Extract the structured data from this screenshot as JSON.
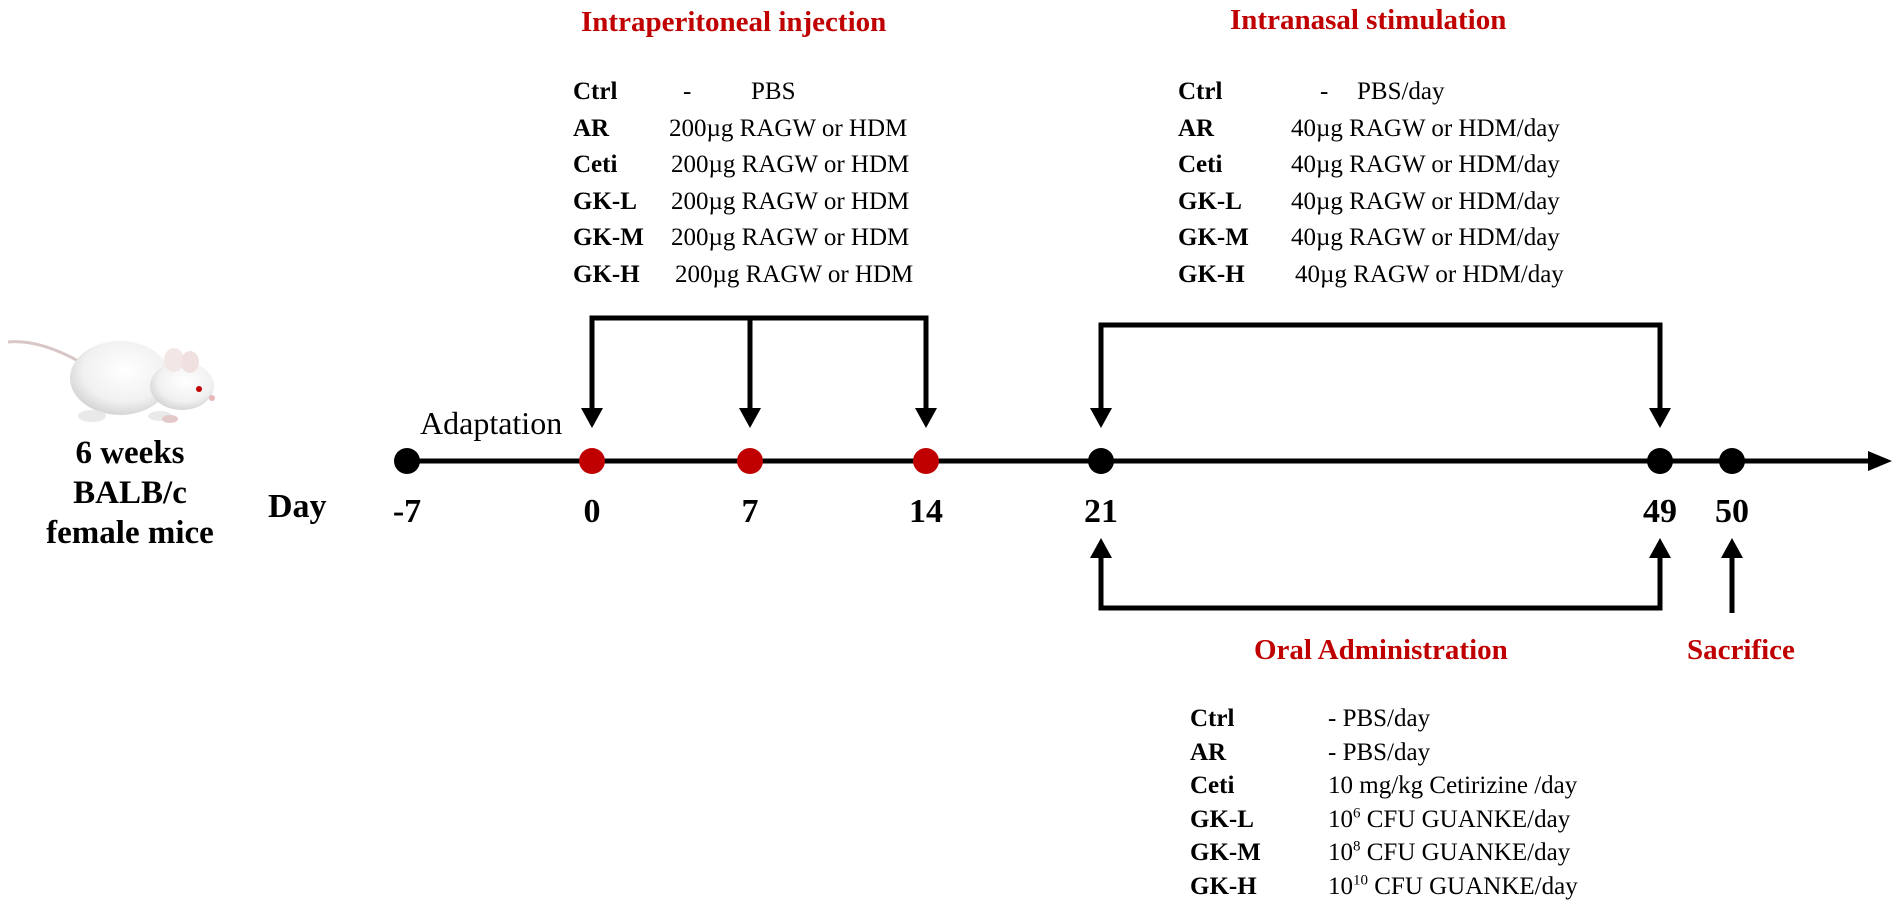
{
  "mouse": {
    "caption_line1": "6 weeks",
    "caption_line2": "BALB/c",
    "caption_line3": "female mice"
  },
  "timeline": {
    "axis_label": "Day",
    "adaptation_label": "Adaptation",
    "days": [
      {
        "label": "-7",
        "dot_color": "#000000"
      },
      {
        "label": "0",
        "dot_color": "#c00000"
      },
      {
        "label": "7",
        "dot_color": "#c00000"
      },
      {
        "label": "14",
        "dot_color": "#c00000"
      },
      {
        "label": "21",
        "dot_color": "#000000"
      },
      {
        "label": "49",
        "dot_color": "#000000"
      },
      {
        "label": "50",
        "dot_color": "#000000"
      }
    ]
  },
  "intraperitoneal": {
    "title": "Intraperitoneal  injection",
    "rows": [
      {
        "group": "Ctrl",
        "dash": "-",
        "treatment": "PBS"
      },
      {
        "group": "AR",
        "treatment": "200µg RAGW or HDM"
      },
      {
        "group": "Ceti",
        "treatment": "200µg RAGW or HDM"
      },
      {
        "group": "GK-L",
        "treatment": "200µg RAGW or HDM"
      },
      {
        "group": "GK-M",
        "treatment": "200µg RAGW or HDM"
      },
      {
        "group": "GK-H",
        "treatment": "200µg RAGW or HDM"
      }
    ]
  },
  "intranasal": {
    "title": "Intranasal stimulation",
    "rows": [
      {
        "group": "Ctrl",
        "dash": "-",
        "treatment": "PBS/day"
      },
      {
        "group": "AR",
        "treatment": "40µg RAGW or HDM/day"
      },
      {
        "group": "Ceti",
        "treatment": "40µg RAGW or HDM/day"
      },
      {
        "group": "GK-L",
        "treatment": "40µg RAGW or HDM/day"
      },
      {
        "group": "GK-M",
        "treatment": "40µg RAGW or HDM/day"
      },
      {
        "group": "GK-H",
        "treatment": "40µg RAGW or HDM/day"
      }
    ]
  },
  "oral": {
    "title": "Oral  Administration",
    "rows": [
      {
        "group": "Ctrl",
        "treatment": "- PBS/day"
      },
      {
        "group": "AR",
        "treatment": "- PBS/day"
      },
      {
        "group": "Ceti",
        "treatment": "10 mg/kg Cetirizine /day"
      },
      {
        "group": "GK-L",
        "base": "10",
        "exp": "6",
        "rest": " CFU GUANKE/day"
      },
      {
        "group": "GK-M",
        "base": "10",
        "exp": "8",
        "rest": " CFU GUANKE/day"
      },
      {
        "group": "GK-H",
        "base": "10",
        "exp": "10",
        "rest": " CFU GUANKE/day"
      }
    ]
  },
  "sacrifice": {
    "title": "Sacrifice"
  },
  "colors": {
    "accent_red": "#c00000",
    "line": "#000000"
  }
}
